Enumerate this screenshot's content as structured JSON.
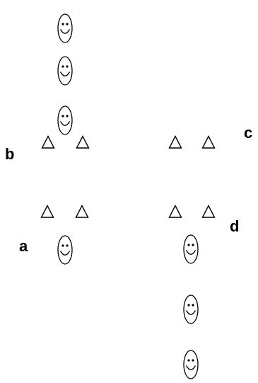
{
  "labels": {
    "a": "a",
    "b": "b",
    "c": "c",
    "d": "d"
  },
  "icons": {
    "face": "smiley-face-icon",
    "triangle": "triangle-outline-icon"
  },
  "colors": {
    "stroke": "#000000",
    "background": "#ffffff"
  }
}
